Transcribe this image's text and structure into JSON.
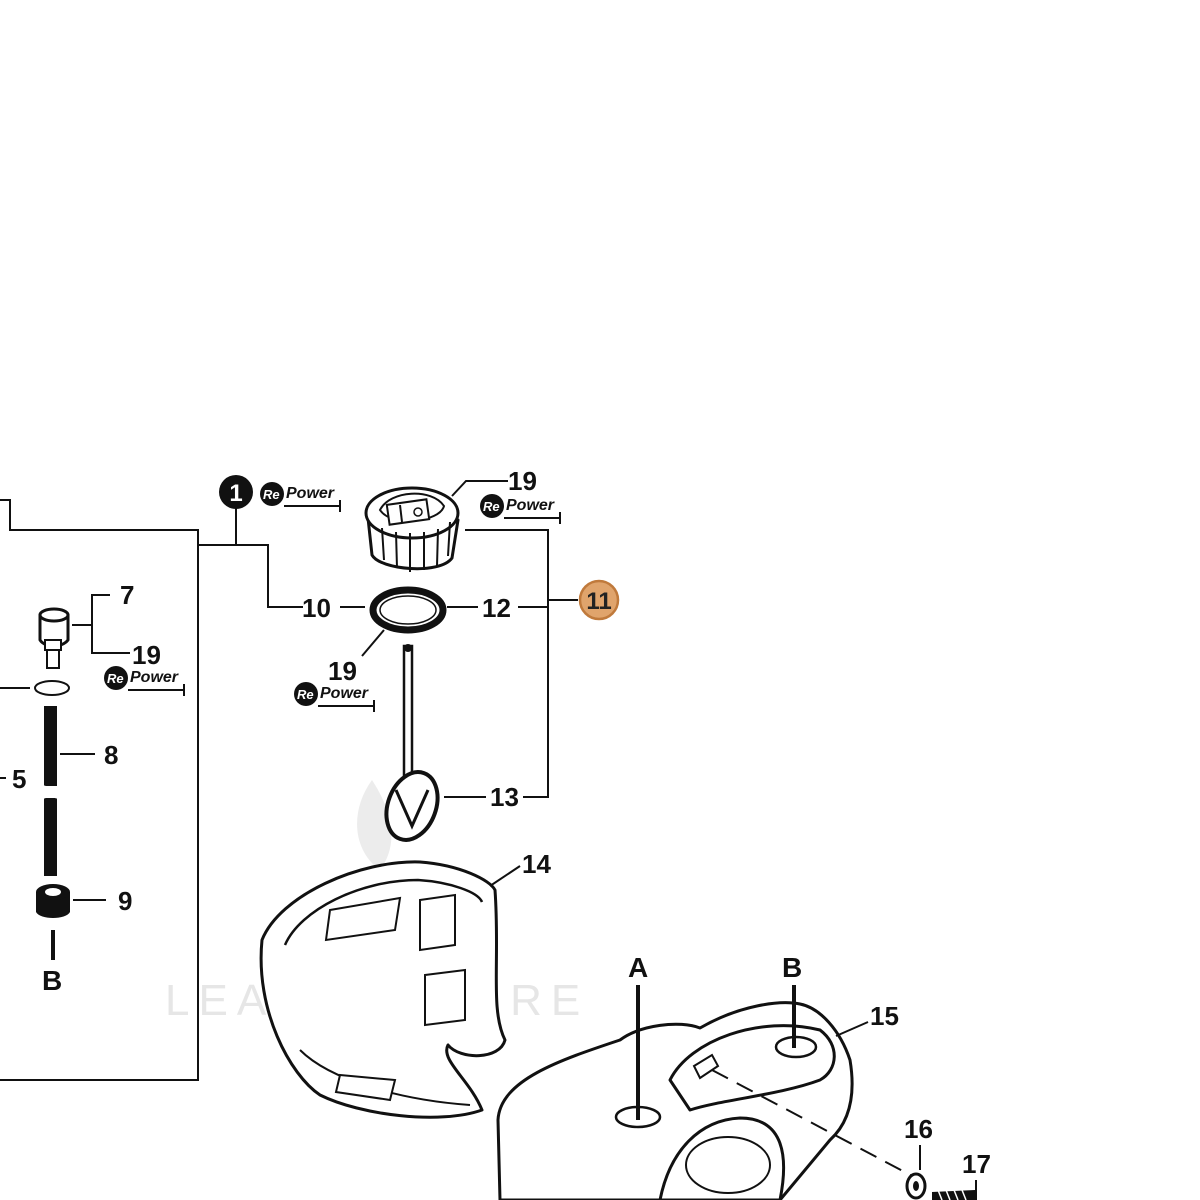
{
  "callouts": {
    "c1": "1",
    "c5": "5",
    "c7": "7",
    "c8": "8",
    "c9": "9",
    "c10": "10",
    "c11": "11",
    "c12": "12",
    "c13": "13",
    "c14": "14",
    "c15": "15",
    "c16": "16",
    "c17": "17",
    "c19_cap": "19",
    "c19_ring": "19",
    "c19_fitting": "19"
  },
  "refs": {
    "a_tank": "A",
    "b_tank": "B",
    "b_line": "B"
  },
  "repower": {
    "badge": "Re",
    "word": "Power"
  },
  "watermark": "LEADVENTURE",
  "colors": {
    "line": "#111111",
    "highlight_fill": "#e0a46c",
    "highlight_stroke": "#c07a3c",
    "watermark": "#e6e6e6"
  }
}
